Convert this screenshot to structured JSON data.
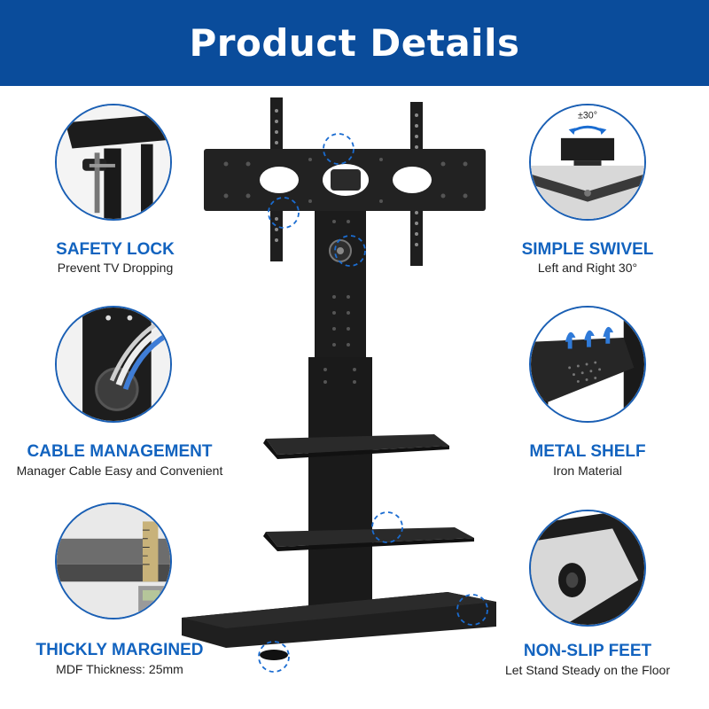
{
  "header": {
    "title": "Product Details"
  },
  "colors": {
    "banner": "#0a4c9b",
    "accent": "#1263bf",
    "product": "#1c1c1c"
  },
  "features": [
    {
      "id": "safety-lock",
      "title": "SAFETY LOCK",
      "subtitle": "Prevent TV Dropping"
    },
    {
      "id": "simple-swivel",
      "title": "SIMPLE SWIVEL",
      "subtitle": "Left and Right 30°",
      "badge": "±30°"
    },
    {
      "id": "cable-management",
      "title": "CABLE MANAGEMENT",
      "subtitle": "Manager Cable Easy and Convenient"
    },
    {
      "id": "metal-shelf",
      "title": "METAL SHELF",
      "subtitle": "Iron Material"
    },
    {
      "id": "thickly-margined",
      "title": "THICKLY MARGINED",
      "subtitle": "MDF Thickness: 25mm"
    },
    {
      "id": "non-slip-feet",
      "title": "NON-SLIP FEET",
      "subtitle": "Let Stand Steady on the Floor"
    }
  ]
}
